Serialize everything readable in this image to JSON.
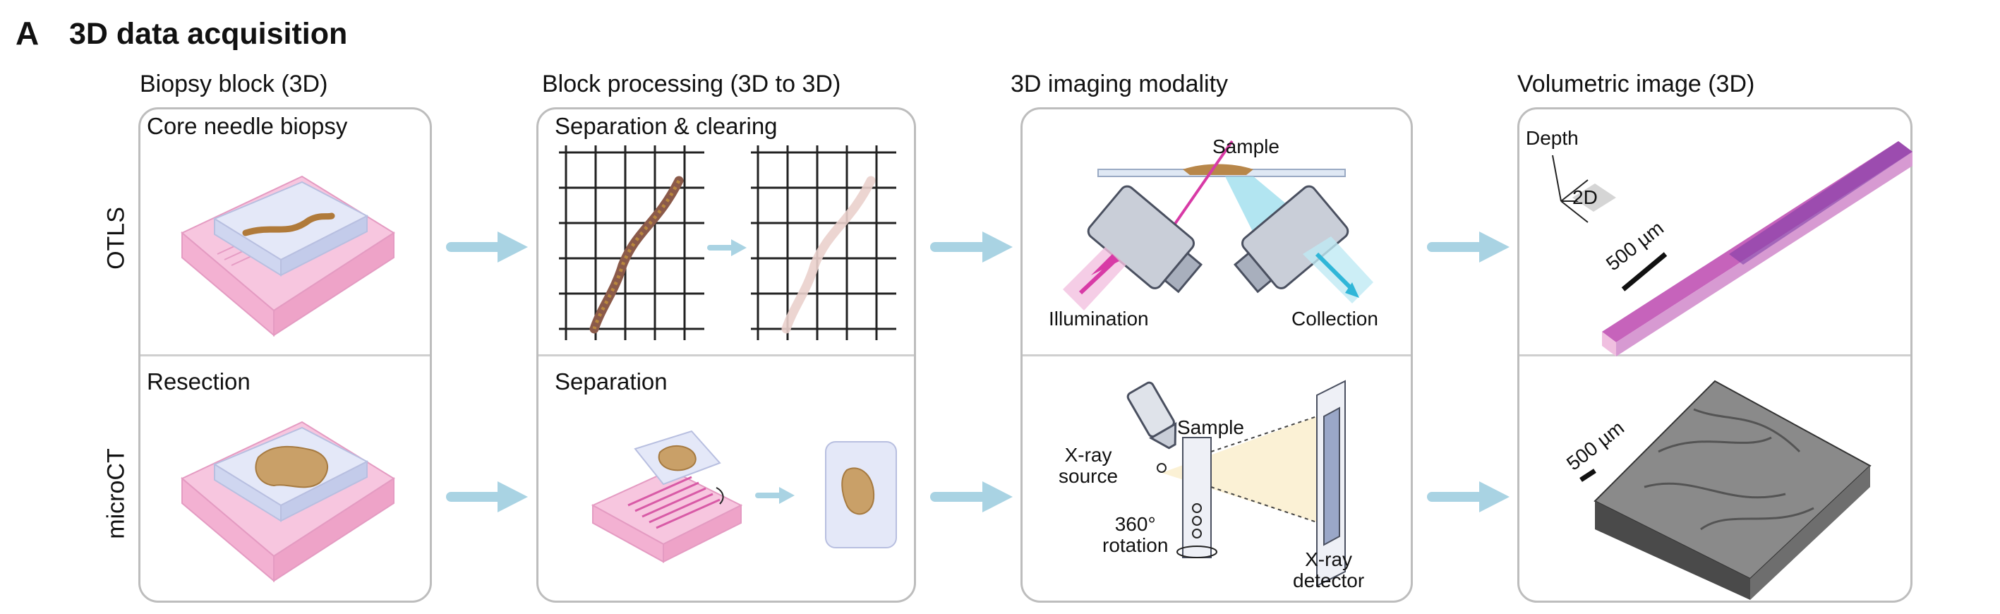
{
  "figure": {
    "panel_letter": "A",
    "title": "3D data acquisition"
  },
  "columns": [
    {
      "header": "Biopsy block (3D)"
    },
    {
      "header": "Block processing (3D to 3D)"
    },
    {
      "header": "3D imaging modality"
    },
    {
      "header": "Volumetric image (3D)"
    }
  ],
  "rows": [
    {
      "label": "OTLS"
    },
    {
      "label": "microCT"
    }
  ],
  "cells": {
    "biopsy_top": "Core needle biopsy",
    "biopsy_bottom": "Resection",
    "processing_top": "Separation & clearing",
    "processing_bottom": "Separation"
  },
  "otls_imaging": {
    "sample": "Sample",
    "illumination": "Illumination",
    "collection": "Collection"
  },
  "microct_imaging": {
    "sample": "Sample",
    "xray_source": [
      "X-ray",
      "source"
    ],
    "rotation": [
      "360°",
      "rotation"
    ],
    "xray_detector": [
      "X-ray",
      "detector"
    ]
  },
  "volumetric": {
    "depth": "Depth",
    "plane": "2D",
    "scale_top": "500 µm",
    "scale_bottom": "500 µm"
  },
  "colors": {
    "arrow": "#a9d3e3",
    "cassette": "#f7c6df",
    "tissue": "#c79a5a",
    "magenta": "#d83aa6",
    "cyan": "#6fd0e6"
  }
}
